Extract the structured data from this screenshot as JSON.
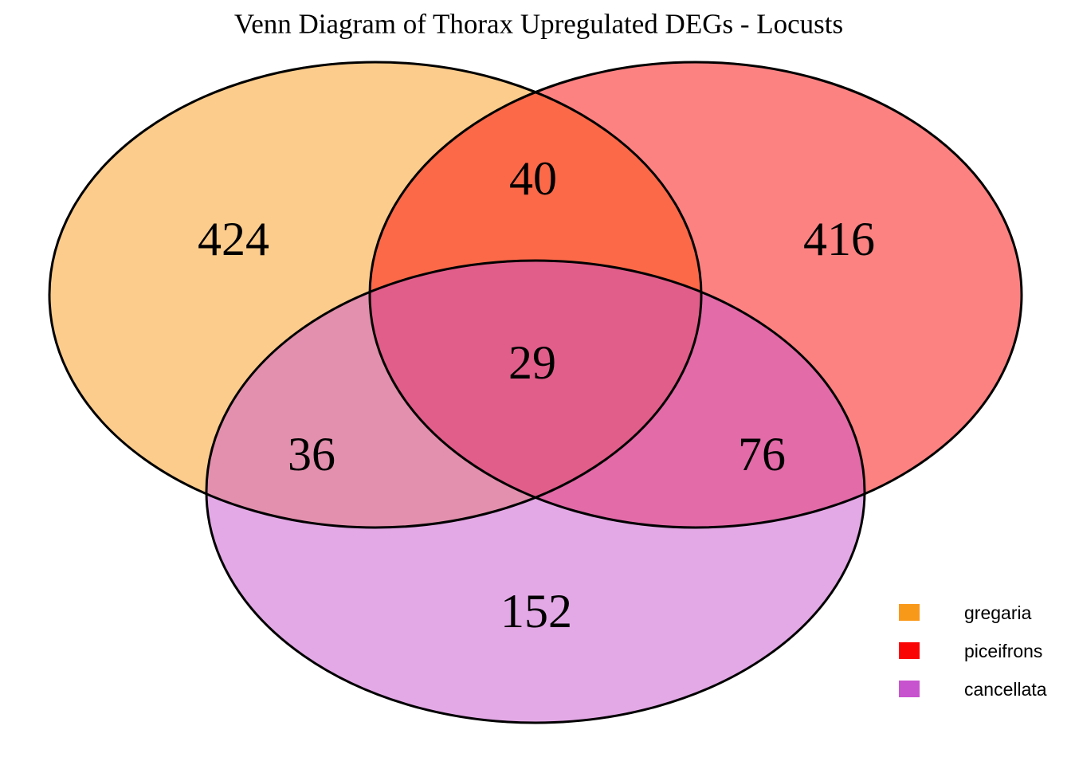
{
  "chart_data": {
    "type": "venn",
    "title": "Venn Diagram of Thorax Upregulated DEGs - Locusts",
    "background": "#FFFFFF",
    "outline_color": "#000000",
    "fill_opacity": 0.5,
    "legend_position": "lower right",
    "sets": [
      {
        "name": "gregaria",
        "color": "#F9991A"
      },
      {
        "name": "piceifrons",
        "color": "#FA0505"
      },
      {
        "name": "cancellata",
        "color": "#C853CE"
      }
    ],
    "regions": {
      "gregaria_only": 424,
      "piceifrons_only": 416,
      "cancellata_only": 152,
      "gregaria_piceifrons": 40,
      "gregaria_cancellata": 36,
      "piceifrons_cancellata": 76,
      "all_three": 29
    }
  }
}
